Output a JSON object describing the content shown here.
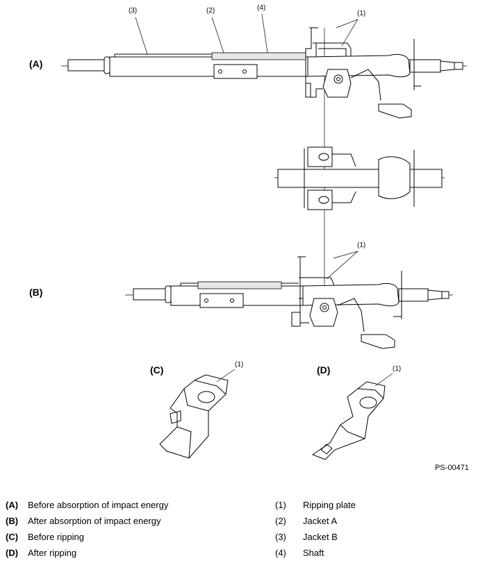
{
  "figure": {
    "code": "PS-00471",
    "views": {
      "A": "(A)",
      "B": "(B)",
      "C": "(C)",
      "D": "(D)"
    },
    "callouts": {
      "c1": "(1)",
      "c2": "(2)",
      "c3": "(3)",
      "c4": "(4)"
    }
  },
  "legend": {
    "left": [
      {
        "key": "(A)",
        "text": "Before absorption of impact energy"
      },
      {
        "key": "(B)",
        "text": "After absorption of impact energy"
      },
      {
        "key": "(C)",
        "text": "Before ripping"
      },
      {
        "key": "(D)",
        "text": "After ripping"
      }
    ],
    "right": [
      {
        "key": "(1)",
        "text": "Ripping plate"
      },
      {
        "key": "(2)",
        "text": "Jacket A"
      },
      {
        "key": "(3)",
        "text": "Jacket B"
      },
      {
        "key": "(4)",
        "text": "Shaft"
      }
    ]
  }
}
